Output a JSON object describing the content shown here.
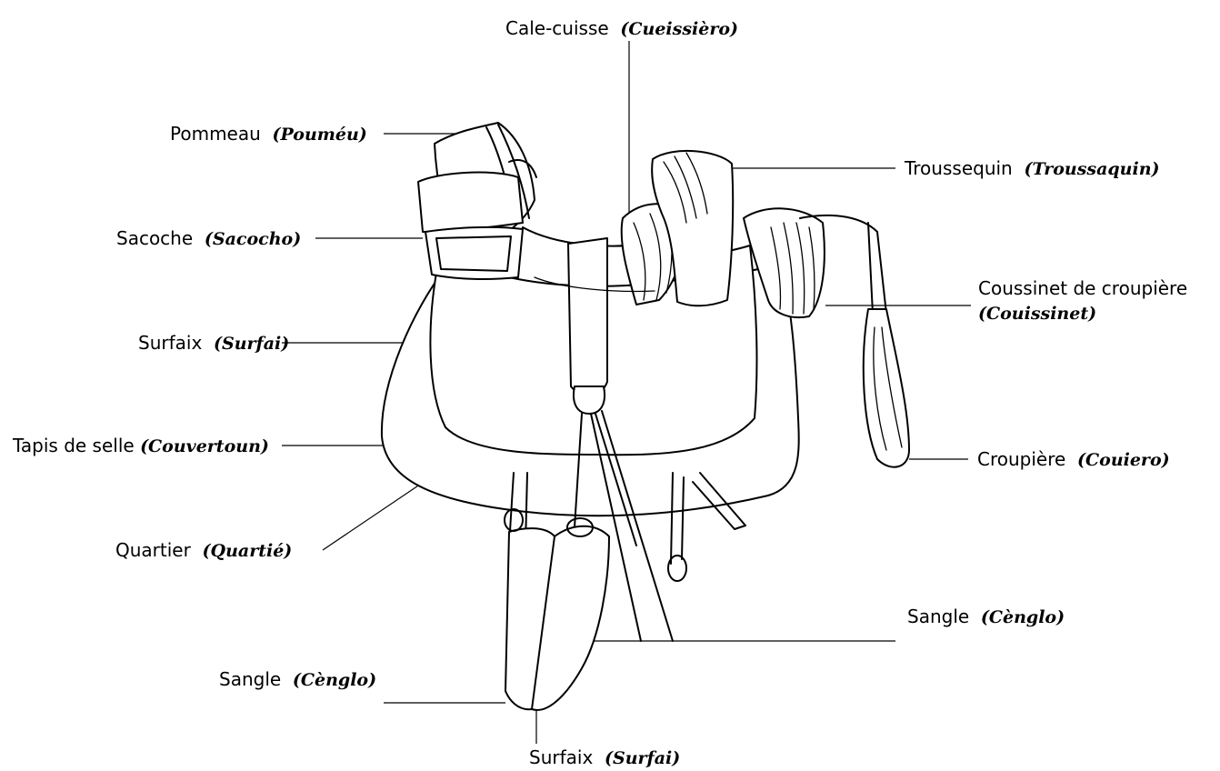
{
  "labels": [
    {
      "key": "cale-cuisse",
      "fr": "Cale-cuisse",
      "oc": "(Cueissièro)"
    },
    {
      "key": "pommeau",
      "fr": "Pommeau",
      "oc": "(Pouméu)"
    },
    {
      "key": "troussequin",
      "fr": "Troussequin",
      "oc": "(Troussaquin)"
    },
    {
      "key": "sacoche",
      "fr": "Sacoche",
      "oc": "(Sacocho)"
    },
    {
      "key": "coussinet",
      "fr": "Coussinet de croupière",
      "oc": "(Couissinet)"
    },
    {
      "key": "surfaix-top",
      "fr": "Surfaix",
      "oc": "(Surfai)"
    },
    {
      "key": "tapis",
      "fr": "Tapis de selle",
      "oc": "(Couvertoun)"
    },
    {
      "key": "croupiere",
      "fr": "Croupière",
      "oc": "(Couiero)"
    },
    {
      "key": "quartier",
      "fr": "Quartier",
      "oc": "(Quartié)"
    },
    {
      "key": "sangle-right",
      "fr": "Sangle",
      "oc": "(Cènglo)"
    },
    {
      "key": "sangle-left",
      "fr": "Sangle",
      "oc": "(Cènglo)"
    },
    {
      "key": "surfaix-bottom",
      "fr": "Surfaix",
      "oc": "(Surfai)"
    }
  ],
  "colors": {
    "ink": "#000000",
    "paper": "#ffffff"
  }
}
